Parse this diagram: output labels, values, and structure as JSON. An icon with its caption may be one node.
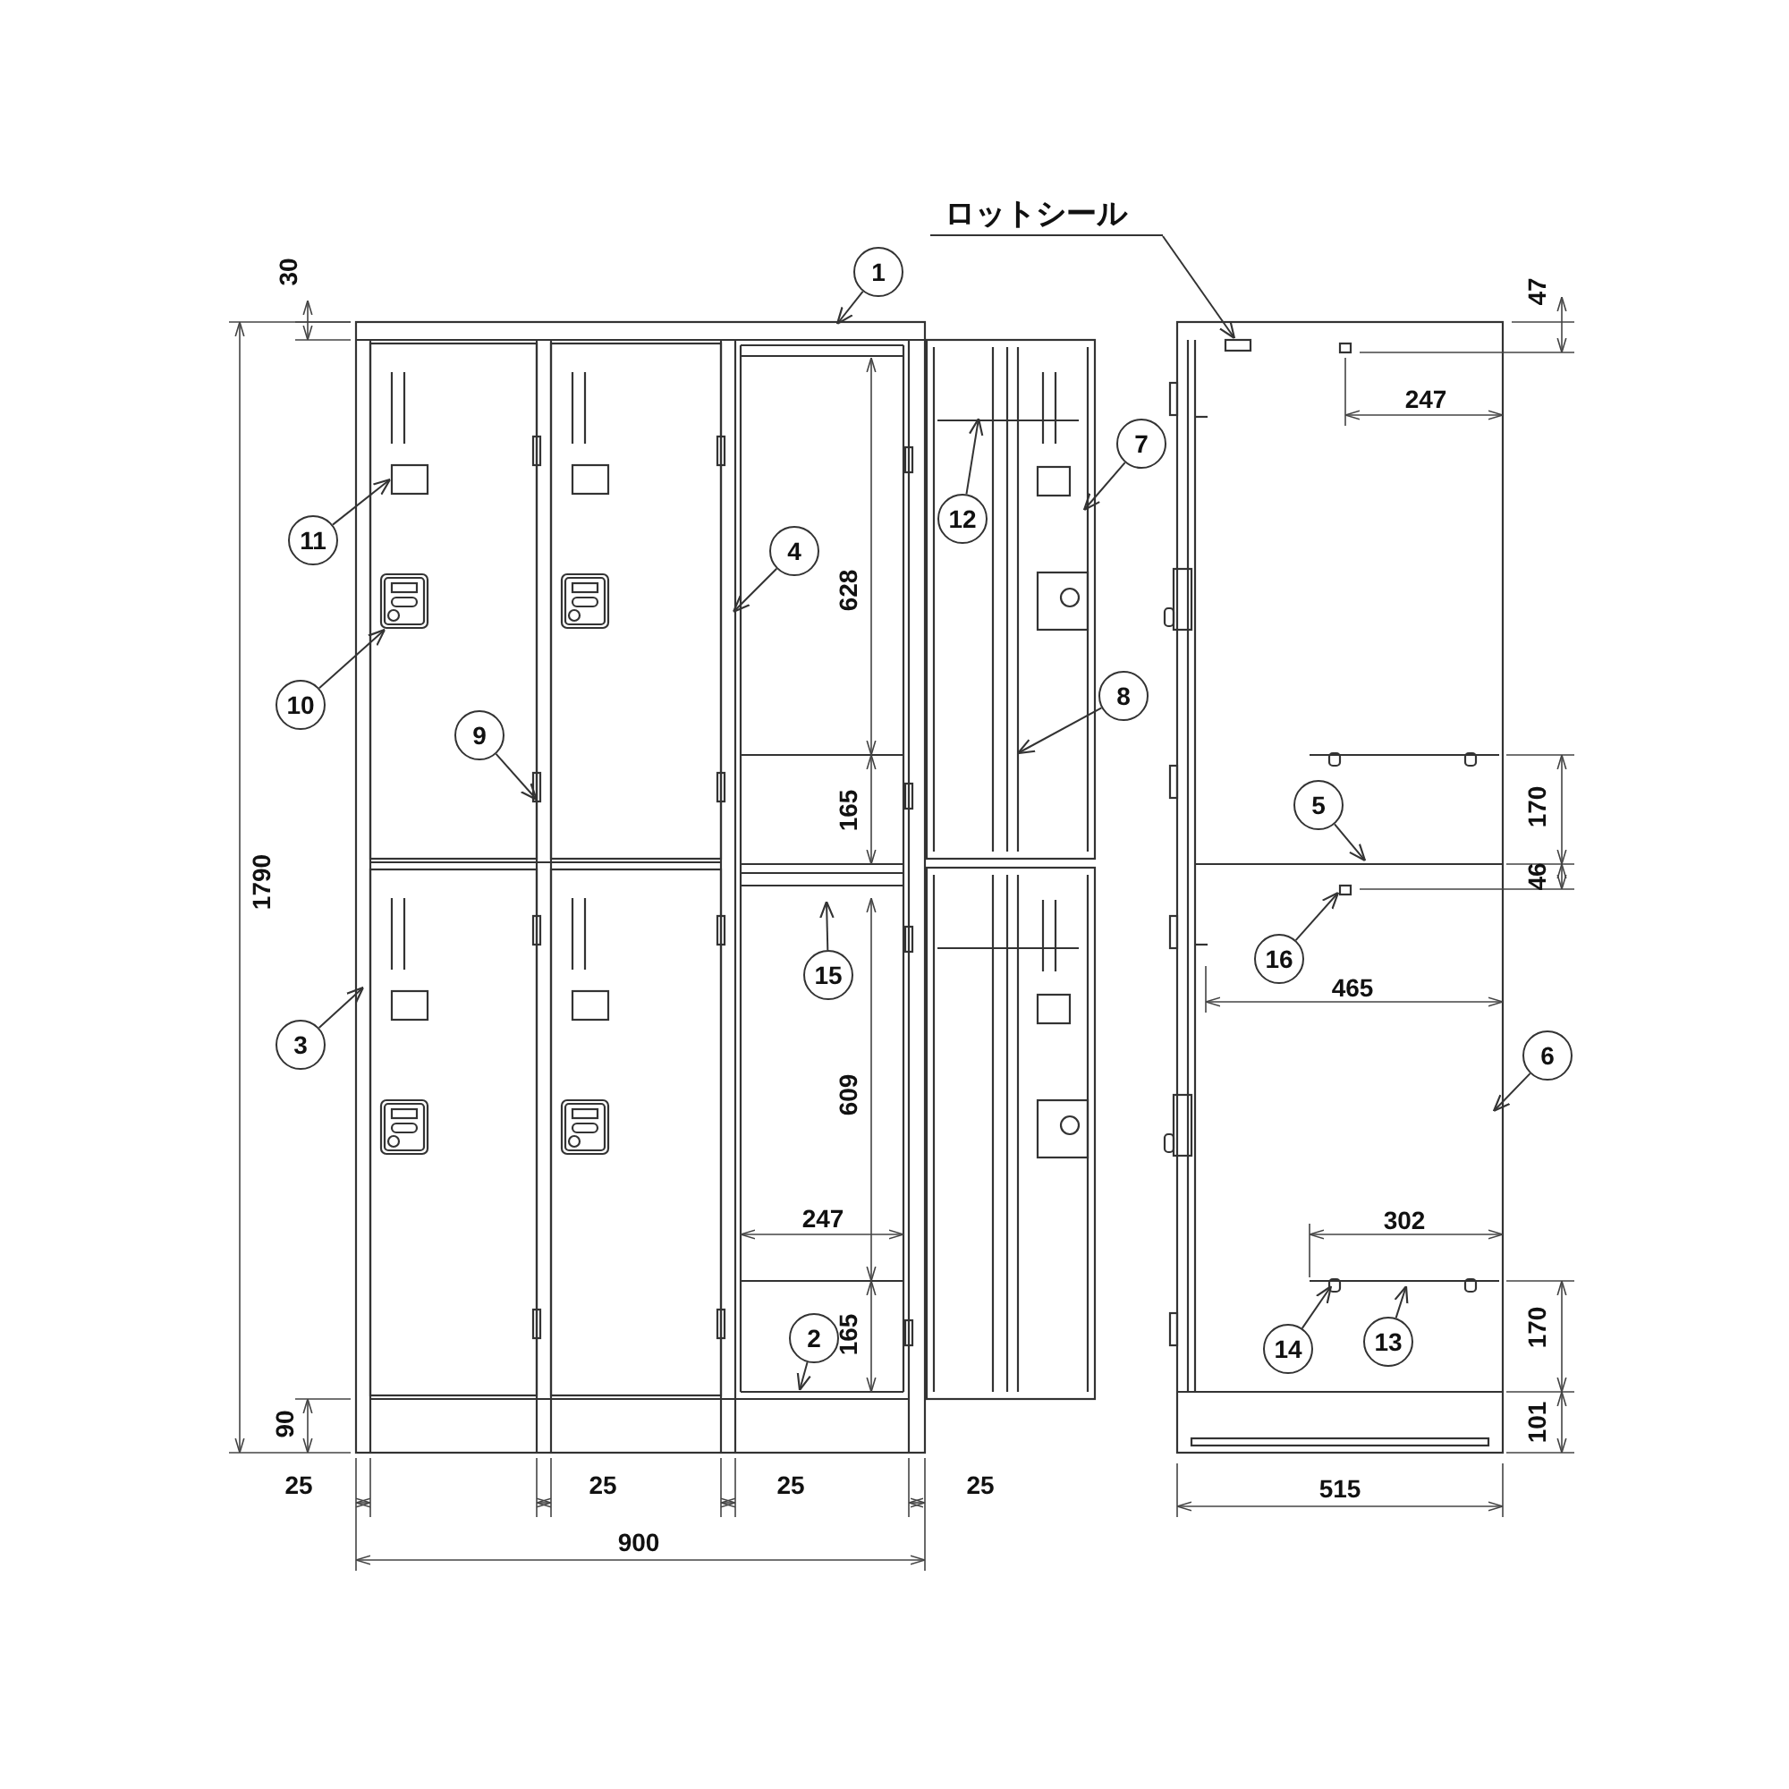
{
  "diagram": {
    "nodes": [
      {
        "text": [
          "ロットシール"
        ]
      },
      {
        "text": [
          "1"
        ]
      },
      {
        "text": [
          "7"
        ]
      },
      {
        "text": [
          "12"
        ]
      },
      {
        "text": [
          "11"
        ]
      },
      {
        "text": [
          "4"
        ]
      },
      {
        "text": [
          "8"
        ]
      },
      {
        "text": [
          "10"
        ]
      },
      {
        "text": [
          "9"
        ]
      },
      {
        "text": [
          "5"
        ]
      },
      {
        "text": [
          "16"
        ]
      },
      {
        "text": [
          "15"
        ]
      },
      {
        "text": [
          "3"
        ]
      },
      {
        "text": [
          "6"
        ]
      },
      {
        "text": [
          "2"
        ]
      },
      {
        "text": [
          "14"
        ]
      },
      {
        "text": [
          "13"
        ]
      }
    ],
    "edges": [
      {
        "from": 0,
        "to": null,
        "arrow": "to"
      },
      {
        "from": 1,
        "to": null,
        "arrow": "to"
      },
      {
        "from": 2,
        "to": null,
        "arrow": "to"
      },
      {
        "from": 3,
        "to": null,
        "arrow": "to"
      },
      {
        "from": 4,
        "to": null,
        "arrow": "to"
      },
      {
        "from": 5,
        "to": null,
        "arrow": "to"
      },
      {
        "from": 6,
        "to": null,
        "arrow": "to"
      },
      {
        "from": 7,
        "to": null,
        "arrow": "to"
      },
      {
        "from": 8,
        "to": null,
        "arrow": "to"
      },
      {
        "from": 9,
        "to": null,
        "arrow": "to"
      },
      {
        "from": 10,
        "to": null,
        "arrow": "to"
      },
      {
        "from": 11,
        "to": null,
        "arrow": "to"
      },
      {
        "from": 12,
        "to": null,
        "arrow": "to"
      },
      {
        "from": 13,
        "to": null,
        "arrow": "to"
      },
      {
        "from": 14,
        "to": null,
        "arrow": "to"
      },
      {
        "from": 15,
        "to": null,
        "arrow": "to"
      },
      {
        "from": 16,
        "to": null,
        "arrow": "to"
      }
    ],
    "labels": [
      "30",
      "47",
      "247",
      "628",
      "165",
      "170",
      "46",
      "1790",
      "465",
      "609",
      "247",
      "302",
      "165",
      "170",
      "90",
      "101",
      "25",
      "25",
      "25",
      "25",
      "515",
      "900"
    ]
  }
}
